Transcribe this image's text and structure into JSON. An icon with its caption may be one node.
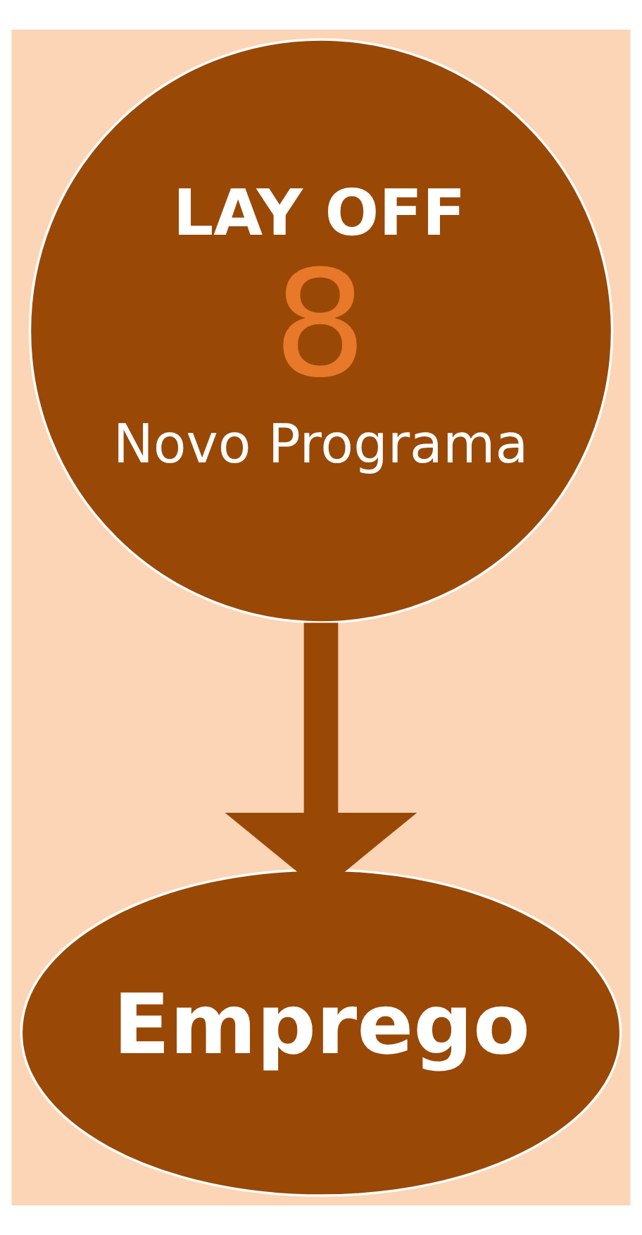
{
  "diagram": {
    "nodes": [
      {
        "text": [
          "LAY OFF",
          "8",
          "Novo Programa"
        ]
      },
      {
        "text": [
          "Emprego"
        ]
      }
    ],
    "edges": [
      {
        "from": 0,
        "to": 1,
        "arrow": "to"
      }
    ]
  }
}
